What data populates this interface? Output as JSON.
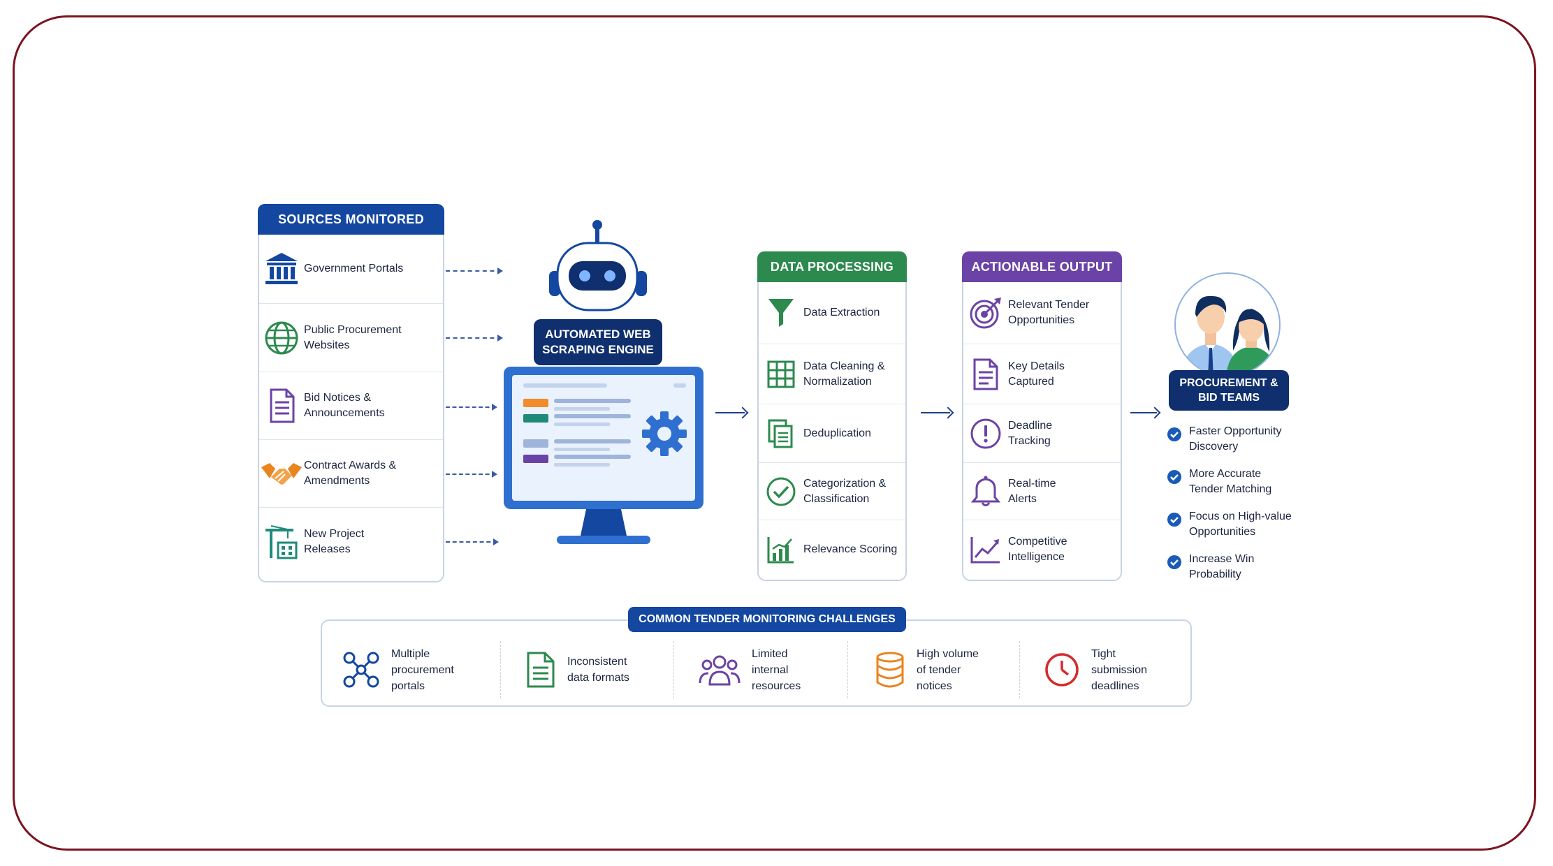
{
  "sources": {
    "title": "SOURCES MONITORED",
    "items": [
      {
        "label": "Government Portals",
        "icon": "bank-icon"
      },
      {
        "label": "Public Procurement\nWebsites",
        "icon": "globe-icon"
      },
      {
        "label": "Bid Notices &\nAnnouncements",
        "icon": "document-icon"
      },
      {
        "label": "Contract Awards &\nAmendments",
        "icon": "handshake-icon"
      },
      {
        "label": "New Project\nReleases",
        "icon": "crane-icon"
      }
    ]
  },
  "engine": {
    "label_line1": "AUTOMATED WEB",
    "label_line2": "SCRAPING ENGINE"
  },
  "processing": {
    "title": "DATA PROCESSING",
    "items": [
      {
        "label": "Data Extraction",
        "icon": "funnel-icon"
      },
      {
        "label": "Data Cleaning &\nNormalization",
        "icon": "grid-icon"
      },
      {
        "label": "Deduplication",
        "icon": "copy-icon"
      },
      {
        "label": "Categorization &\nClassification",
        "icon": "check-circle-icon"
      },
      {
        "label": "Relevance Scoring",
        "icon": "bar-chart-icon"
      }
    ]
  },
  "output": {
    "title": "ACTIONABLE OUTPUT",
    "items": [
      {
        "label": "Relevant Tender\nOpportunities",
        "icon": "target-icon"
      },
      {
        "label": "Key Details\nCaptured",
        "icon": "document-icon"
      },
      {
        "label": "Deadline\nTracking",
        "icon": "alert-icon"
      },
      {
        "label": "Real-time\nAlerts",
        "icon": "bell-icon"
      },
      {
        "label": "Competitive\nIntelligence",
        "icon": "line-chart-icon"
      }
    ]
  },
  "teams": {
    "label_line1": "PROCUREMENT &",
    "label_line2": "BID TEAMS",
    "benefits": [
      {
        "label": "Faster Opportunity\nDiscovery"
      },
      {
        "label": "More Accurate\nTender Matching"
      },
      {
        "label": "Focus on High-value\nOpportunities"
      },
      {
        "label": "Increase Win\nProbability"
      }
    ]
  },
  "challenges": {
    "title": "COMMON TENDER MONITORING CHALLENGES",
    "items": [
      {
        "label": "Multiple\nprocurement\nportals",
        "icon": "network-icon"
      },
      {
        "label": "Inconsistent\ndata formats",
        "icon": "file-icon"
      },
      {
        "label": "Limited\ninternal\nresources",
        "icon": "people-icon"
      },
      {
        "label": "High volume\nof tender\nnotices",
        "icon": "database-icon"
      },
      {
        "label": "Tight\nsubmission\ndeadlines",
        "icon": "clock-icon"
      }
    ]
  },
  "colors": {
    "navy": "#1347a0",
    "green": "#2d8a4e",
    "purple": "#6b43a6",
    "border": "#7c1420"
  }
}
